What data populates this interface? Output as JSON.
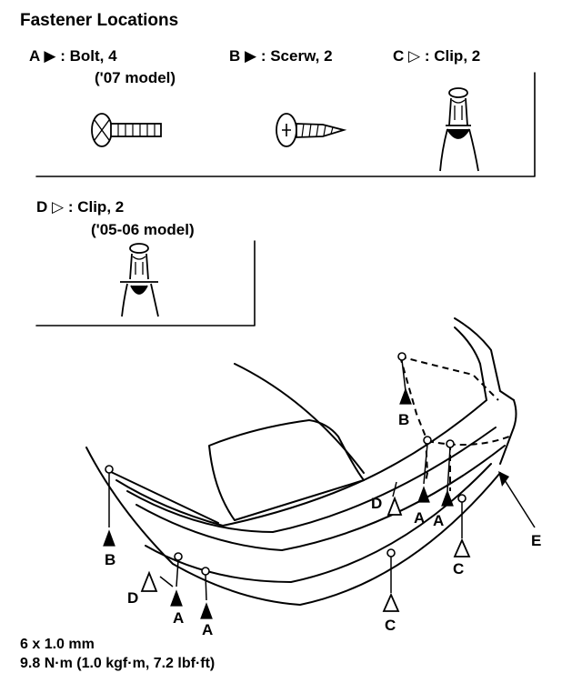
{
  "title": "Fastener Locations",
  "fasteners": [
    {
      "letter": "A",
      "glyph": "▶",
      "desc": ": Bolt, 4",
      "note": "('07 model)"
    },
    {
      "letter": "B",
      "glyph": "▶",
      "desc": ": Scerw, 2",
      "note": ""
    },
    {
      "letter": "C",
      "glyph": "▷",
      "desc": ": Clip, 2",
      "note": ""
    },
    {
      "letter": "D",
      "glyph": "▷",
      "desc": ": Clip, 2",
      "note": "('05-06 model)"
    }
  ],
  "callouts": {
    "a": "A",
    "b": "B",
    "c": "C",
    "d": "D",
    "e": "E"
  },
  "torque": {
    "size": "6 x 1.0 mm",
    "value": "9.8 N·m (1.0 kgf·m, 7.2 lbf·ft)"
  },
  "icons": [
    "bolt-icon",
    "screw-icon",
    "clip-icon",
    "filled-triangle-icon",
    "open-triangle-icon"
  ]
}
